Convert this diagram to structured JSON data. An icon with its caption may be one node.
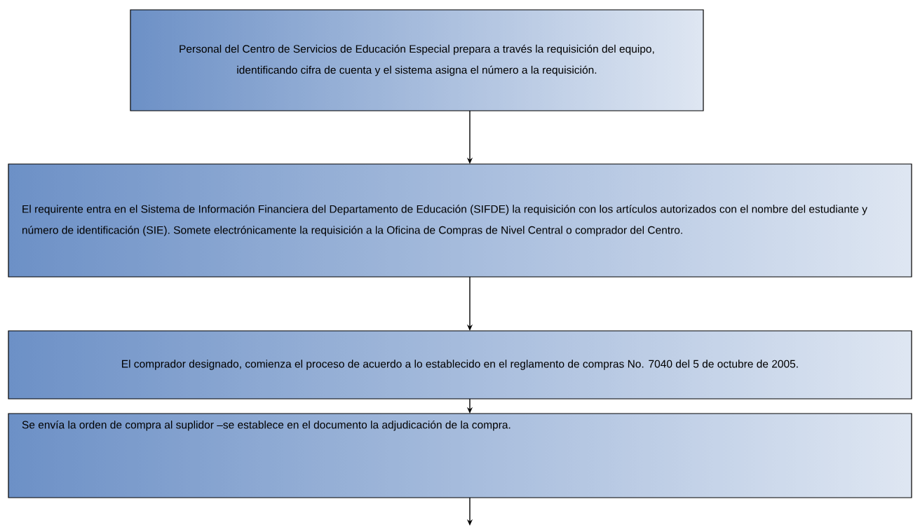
{
  "diagram": {
    "nodes": [
      {
        "text": [
          "Personal del Centro de Servicios de Educación Especial prepara a través  la requisición del equipo, identificando cifra de cuenta y el sistema asigna el número a la requisición."
        ]
      },
      {
        "text": [
          "El requirente entra en el Sistema de Información Financiera del Departamento de Educación (SIFDE) la requisición con los artículos autorizados con  el nombre del  estudiante  y número de identificación (SIE). Somete electrónicamente la requisición a  la Oficina de Compras de Nivel Central o comprador del Centro."
        ]
      },
      {
        "text": [
          "El comprador designado, comienza el proceso de acuerdo a lo establecido en el reglamento de compras No. 7040 del 5 de octubre de 2005."
        ]
      },
      {
        "text": [
          "Se envía la orden de compra al suplidor –se establece en el documento la  adjudicación  de la compra."
        ]
      }
    ],
    "edges": [
      {
        "from": 0,
        "to": 1,
        "arrow": "to"
      },
      {
        "from": 1,
        "to": 2,
        "arrow": "to"
      },
      {
        "from": 2,
        "to": 3,
        "arrow": "to"
      },
      {
        "from": 3,
        "to": null,
        "arrow": "to"
      }
    ]
  }
}
